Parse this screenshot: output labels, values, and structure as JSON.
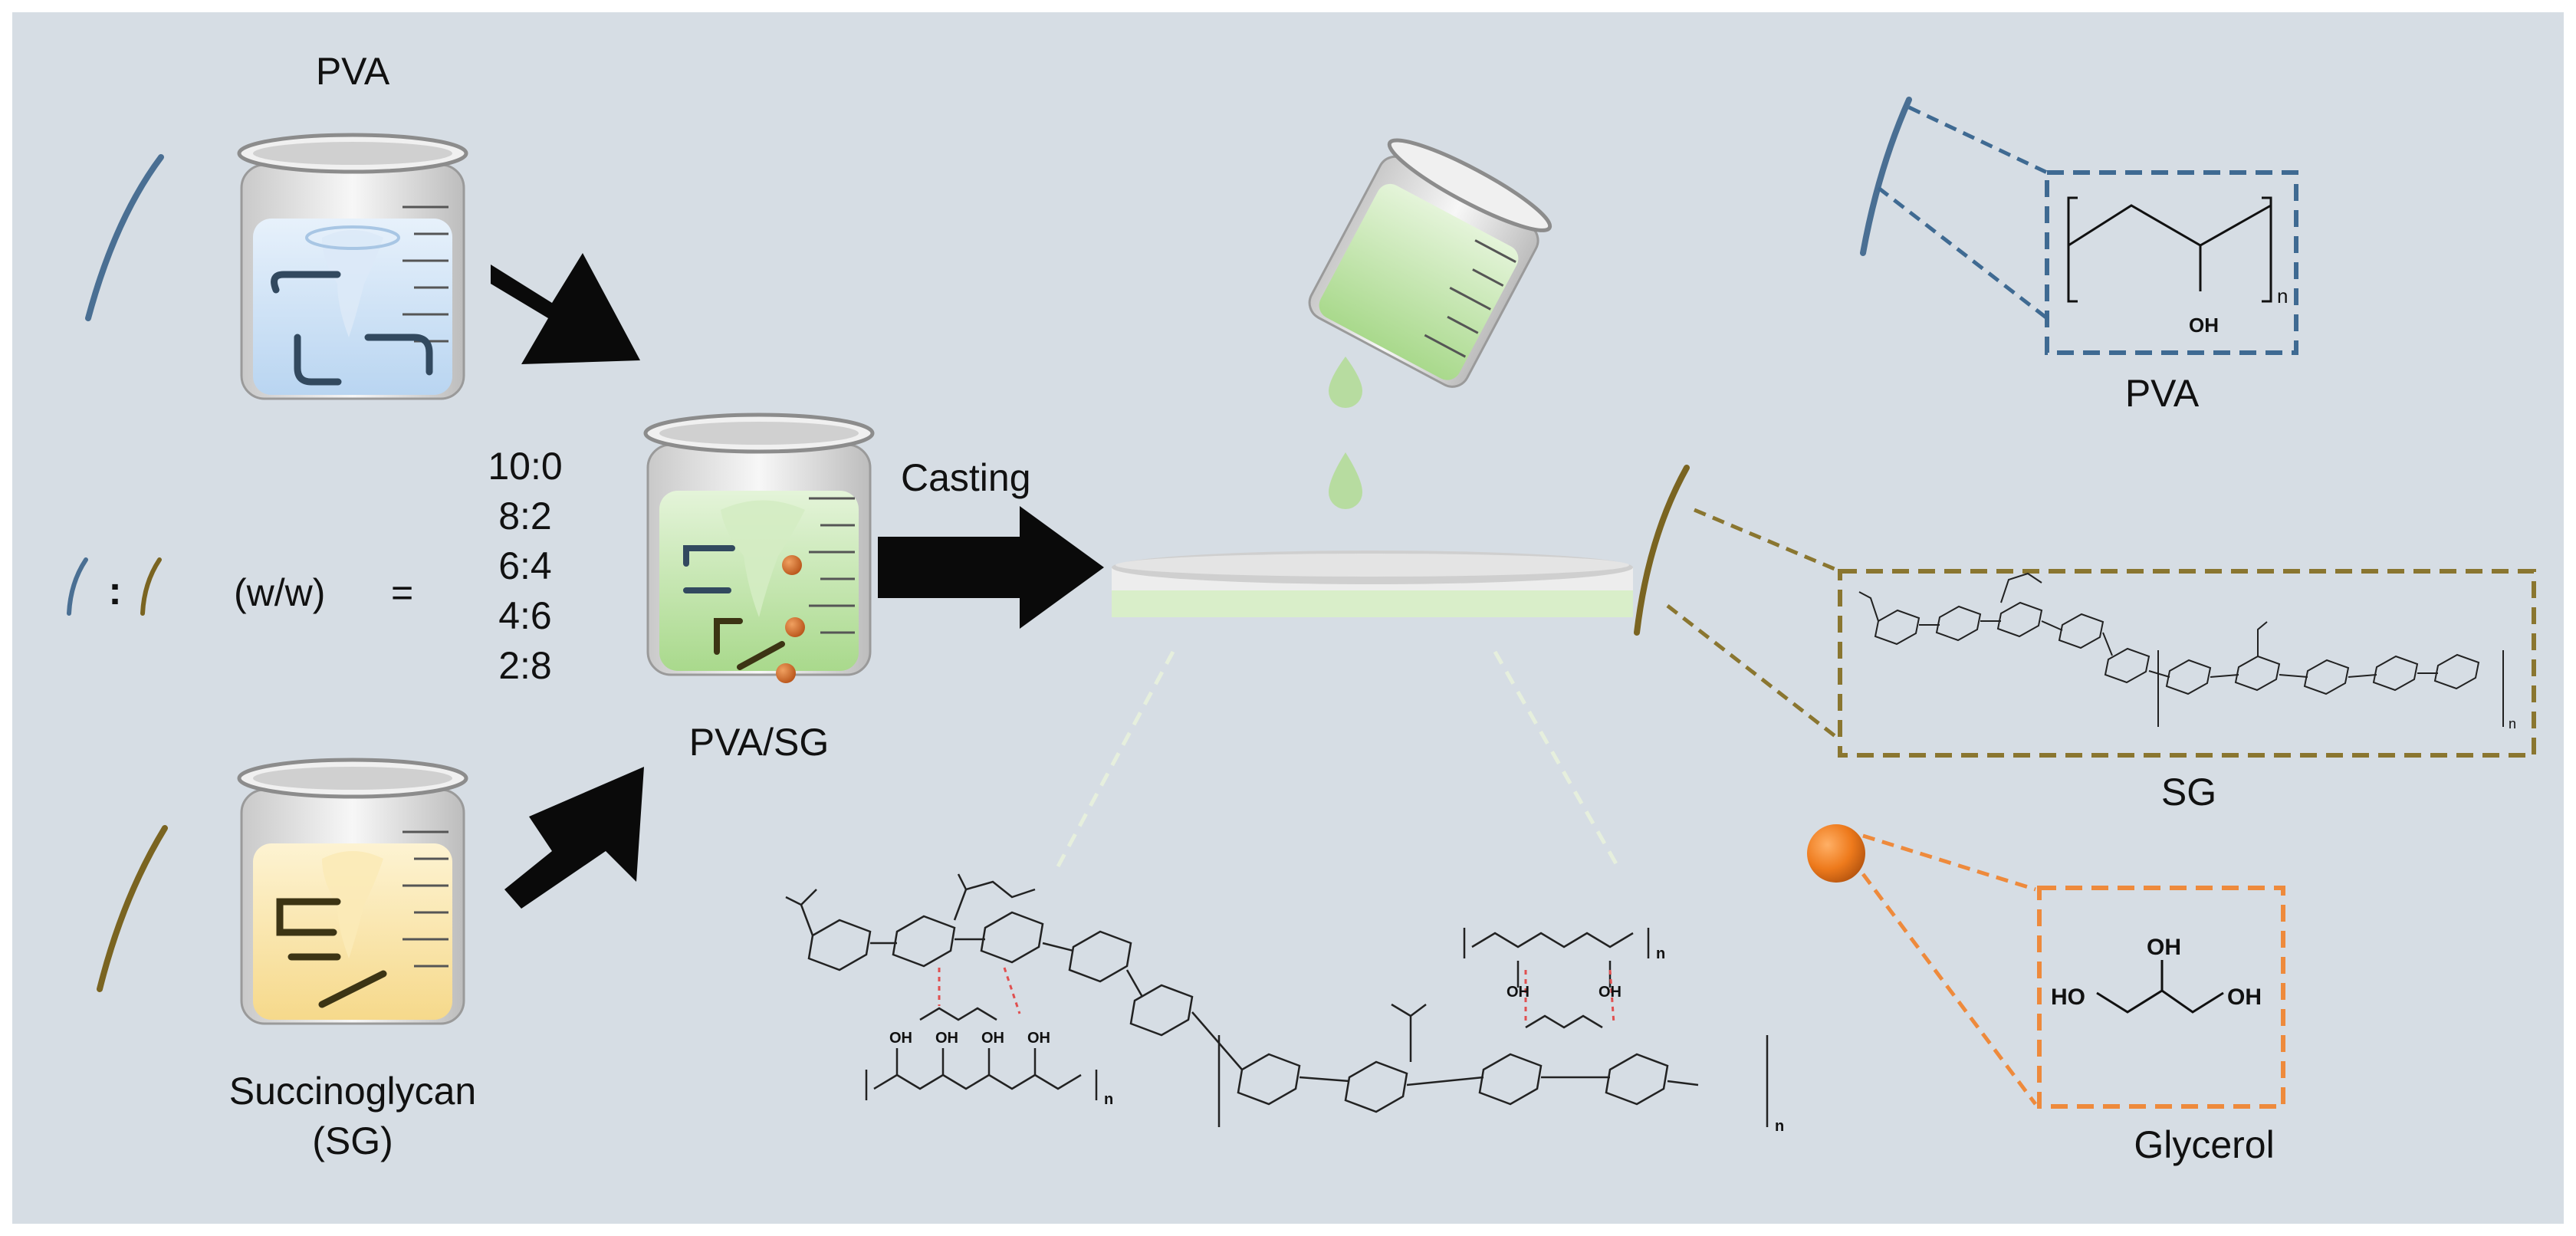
{
  "labels": {
    "pva_top": "PVA",
    "ratio_colon": ":",
    "ratio_ww": "(w/w)",
    "ratio_eq": "=",
    "ratios": [
      "10:0",
      "8:2",
      "6:4",
      "4:6",
      "2:8"
    ],
    "sg_name": "Succinoglycan",
    "sg_abbr": "(SG)",
    "mix": "PVA/SG",
    "casting": "Casting",
    "pva_struct": "PVA",
    "sg_struct": "SG",
    "glycerol_struct": "Glycerol"
  },
  "chem": {
    "oh": "OH",
    "ho": "HO",
    "n": "n"
  },
  "colors": {
    "background": "#d6dde4",
    "pva_chain": "#4a6f93",
    "sg_chain": "#7a6421",
    "glycerol": "#e8741a",
    "pva_box": "#3f6a92",
    "sg_box": "#8a7630",
    "glycerol_box": "#ee8a3c",
    "arrow": "#0a0a0a"
  },
  "icons": [
    "beaker-icon",
    "arrow-icon",
    "petri-dish-icon",
    "glycerol-bead-icon",
    "droplet-icon"
  ]
}
